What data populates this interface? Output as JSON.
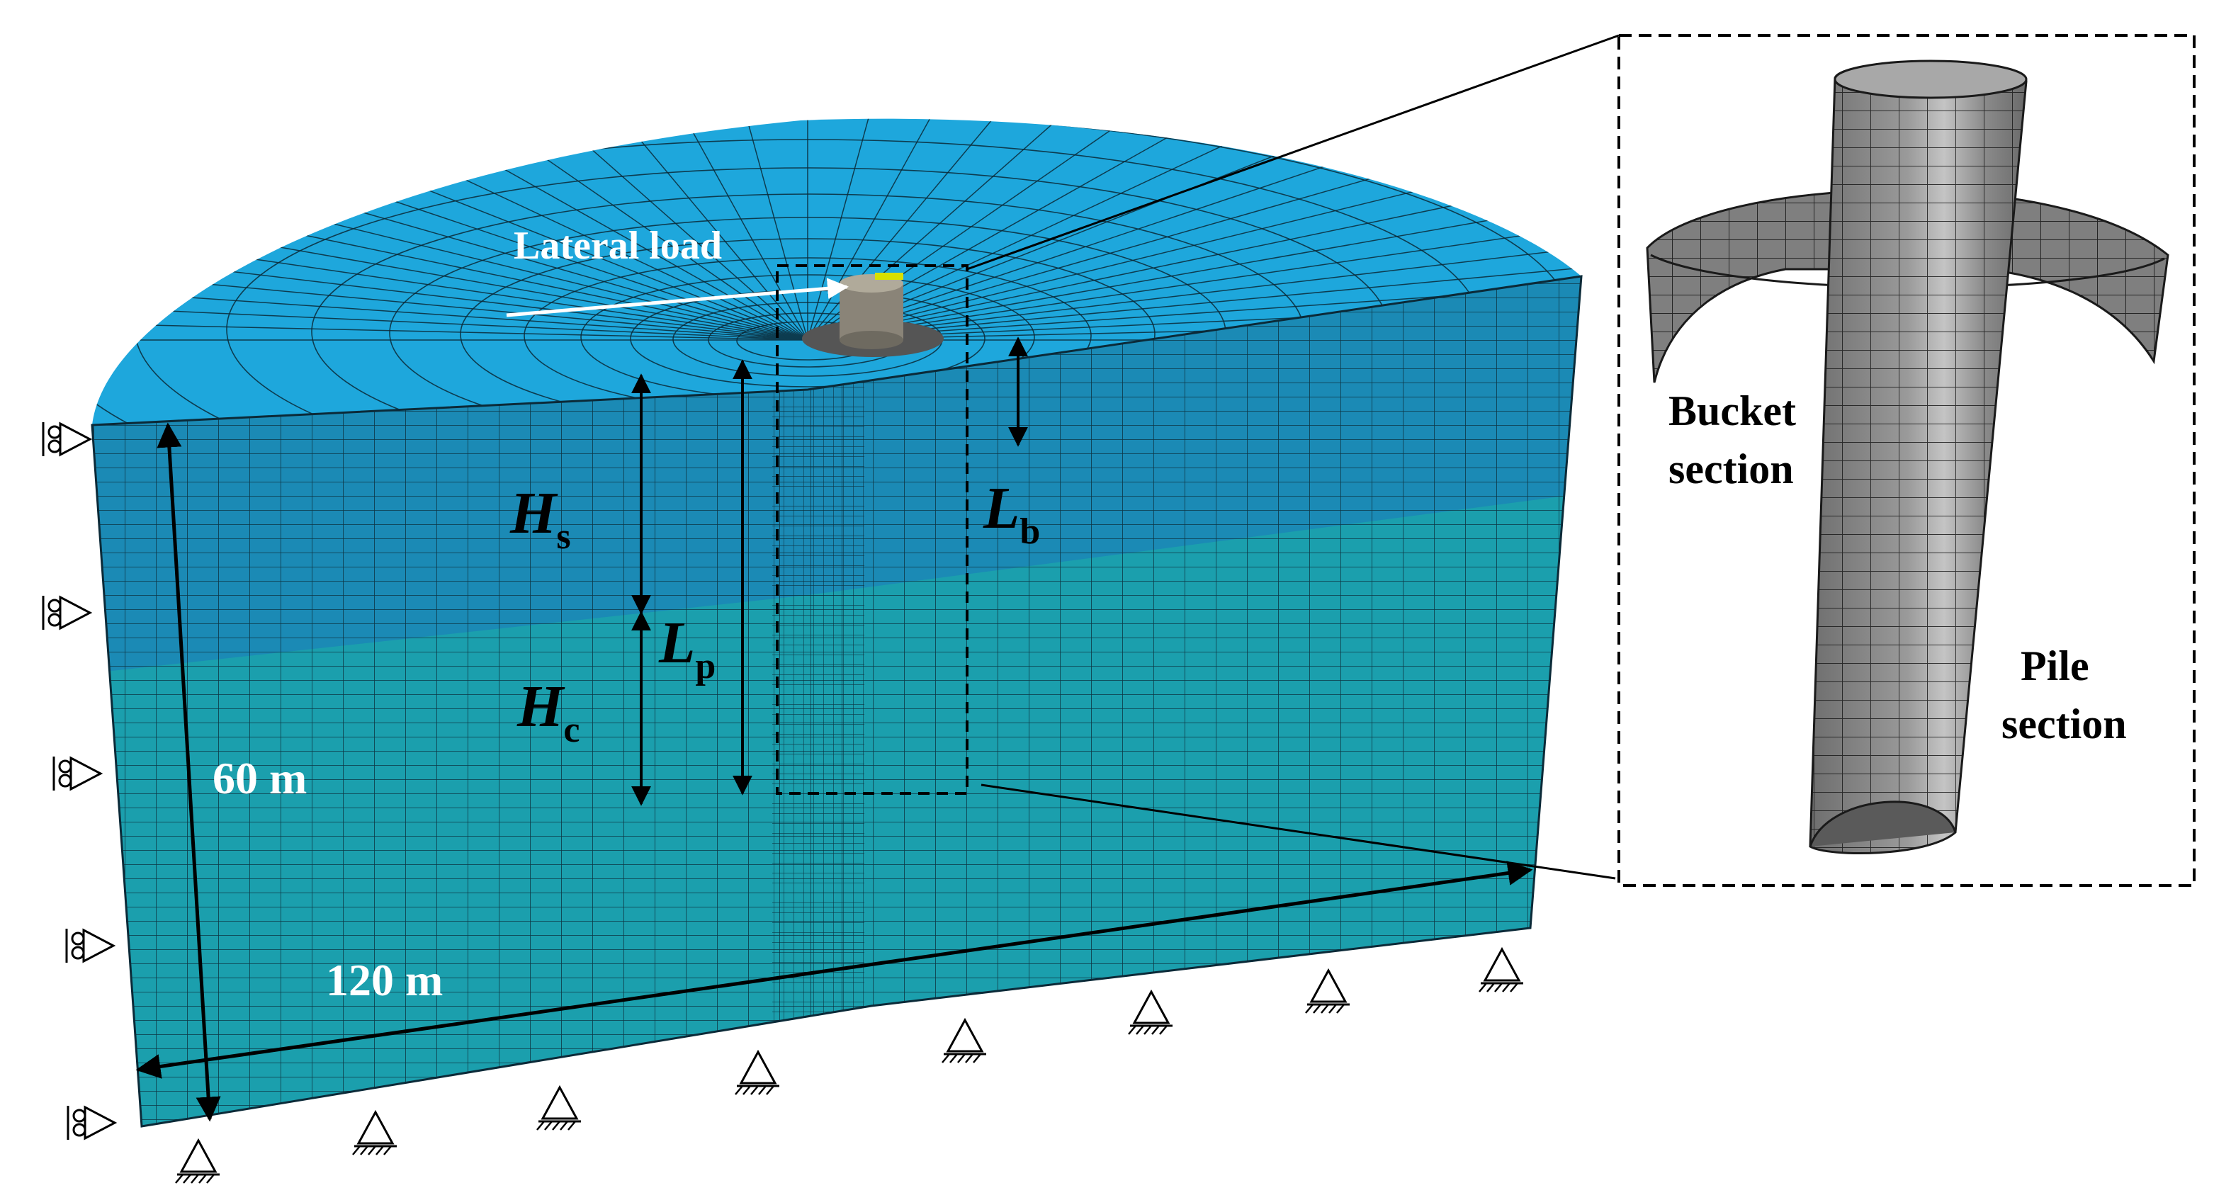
{
  "figure": {
    "labels": {
      "lateral_load": "Lateral load",
      "dim_height": "60 m",
      "dim_width": "120 m",
      "bucket_section_line1": "Bucket",
      "bucket_section_line2": "section",
      "pile_section_line1": "Pile",
      "pile_section_line2": "section"
    },
    "symbols": {
      "hs": {
        "base": "H",
        "sub": "s"
      },
      "hc": {
        "base": "H",
        "sub": "c"
      },
      "lp": {
        "base": "L",
        "sub": "p"
      },
      "lb": {
        "base": "L",
        "sub": "b"
      }
    },
    "colors": {
      "top_surface": "#1ea7dc",
      "upper_layer": "#1b8ab5",
      "lower_layer": "#1b9fad",
      "mesh_line": "#0b2a38",
      "pile_gray": "#8a8a8a",
      "annotation": "#000000",
      "load_arrow": "#ffffff"
    },
    "icons": {
      "roller_support": "roller-support-icon",
      "pin_support": "pin-support-icon"
    }
  }
}
